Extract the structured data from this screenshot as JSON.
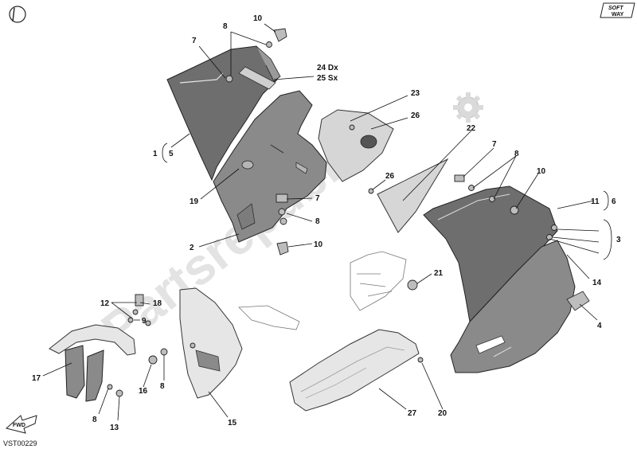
{
  "diagram": {
    "code": "VST00229",
    "fwd_label": "FWD",
    "badge_top": "SOFT",
    "badge_bottom": "WAY",
    "watermark": "Partsrepublik",
    "labels": {
      "l10a": "10",
      "l8a": "8",
      "l7a": "7",
      "l24": "24 Dx",
      "l25": "25 Sx",
      "l1": "1",
      "l5": "5",
      "l23": "23",
      "l26a": "26",
      "l22": "22",
      "l19": "19",
      "l7b": "7",
      "l8b": "8",
      "l2": "2",
      "l10b": "10",
      "l7c": "7",
      "l8c": "8",
      "l26b": "26",
      "l10c": "10",
      "l11": "11",
      "l6": "6",
      "l3": "3",
      "l14": "14",
      "l4": "4",
      "l21": "21",
      "l12": "12",
      "l18": "18",
      "l9": "9",
      "l17": "17",
      "l16": "16",
      "l8d": "8",
      "l8e": "8",
      "l13": "13",
      "l15": "15",
      "l27": "27",
      "l20": "20"
    }
  }
}
